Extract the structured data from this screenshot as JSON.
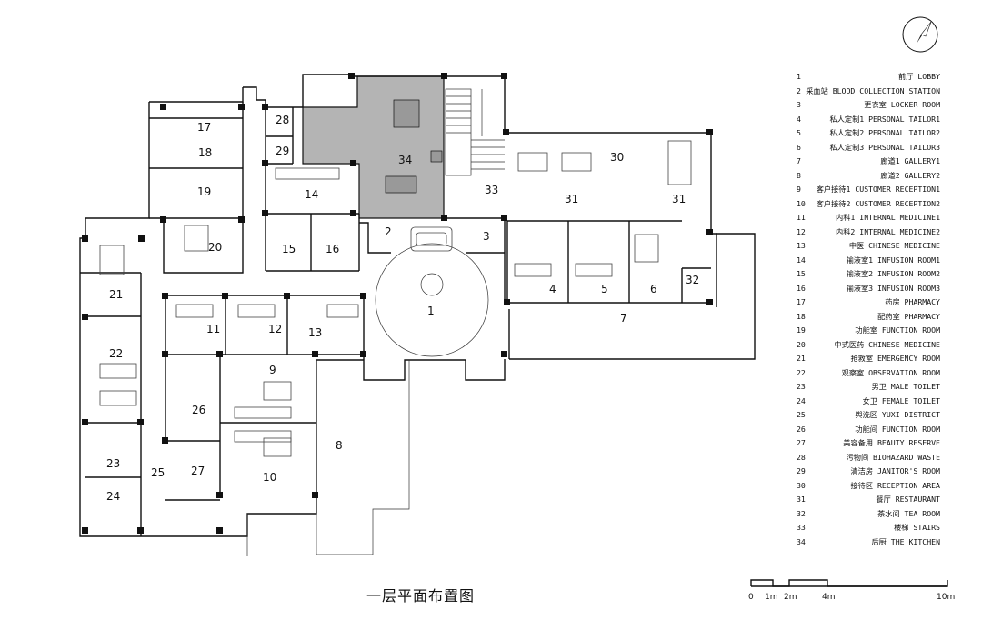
{
  "title": "一层平面布置图",
  "rooms": [
    {
      "num": "1",
      "name": "前厅 LOBBY"
    },
    {
      "num": "2",
      "name": "采血站 BLOOD COLLECTION STATION"
    },
    {
      "num": "3",
      "name": "更衣室 LOCKER ROOM"
    },
    {
      "num": "4",
      "name": "私人定制1 PERSONAL TAILOR1"
    },
    {
      "num": "5",
      "name": "私人定制2 PERSONAL TAILOR2"
    },
    {
      "num": "6",
      "name": "私人定制3 PERSONAL TAILOR3"
    },
    {
      "num": "7",
      "name": "廊道1 GALLERY1"
    },
    {
      "num": "8",
      "name": "廊道2 GALLERY2"
    },
    {
      "num": "9",
      "name": "客户接待1 CUSTOMER RECEPTION1"
    },
    {
      "num": "10",
      "name": "客户接待2 CUSTOMER RECEPTION2"
    },
    {
      "num": "11",
      "name": "内科1 INTERNAL MEDICINE1"
    },
    {
      "num": "12",
      "name": "内科2 INTERNAL MEDICINE2"
    },
    {
      "num": "13",
      "name": "中医 CHINESE MEDICINE"
    },
    {
      "num": "14",
      "name": "输液室1 INFUSION ROOM1"
    },
    {
      "num": "15",
      "name": "输液室2 INFUSION ROOM2"
    },
    {
      "num": "16",
      "name": "输液室3 INFUSION ROOM3"
    },
    {
      "num": "17",
      "name": "药房 PHARMACY"
    },
    {
      "num": "18",
      "name": "配药室 PHARMACY"
    },
    {
      "num": "19",
      "name": "功能室 FUNCTION ROOM"
    },
    {
      "num": "20",
      "name": "中式医药 CHINESE MEDICINE"
    },
    {
      "num": "21",
      "name": "抢救室 EMERGENCY ROOM"
    },
    {
      "num": "22",
      "name": "观察室 OBSERVATION ROOM"
    },
    {
      "num": "23",
      "name": "男卫 MALE TOILET"
    },
    {
      "num": "24",
      "name": "女卫 FEMALE TOILET"
    },
    {
      "num": "25",
      "name": "舆洗区 YUXI DISTRICT"
    },
    {
      "num": "26",
      "name": "功能间 FUNCTION ROOM"
    },
    {
      "num": "27",
      "name": "美容备用 BEAUTY RESERVE"
    },
    {
      "num": "28",
      "name": "污物间 BIOHAZARD WASTE"
    },
    {
      "num": "29",
      "name": "清洁房 JANITOR'S ROOM"
    },
    {
      "num": "30",
      "name": "接待区 RECEPTION AREA"
    },
    {
      "num": "31",
      "name": "餐厅 RESTAURANT"
    },
    {
      "num": "32",
      "name": "茶水间 TEA ROOM"
    },
    {
      "num": "33",
      "name": "楼梯 STAIRS"
    },
    {
      "num": "34",
      "name": "后厨 THE KITCHEN"
    }
  ],
  "scale_labels": [
    "0",
    "1m",
    "2m",
    "4m",
    "10m"
  ],
  "kitchen_color": "#b4b4b4"
}
